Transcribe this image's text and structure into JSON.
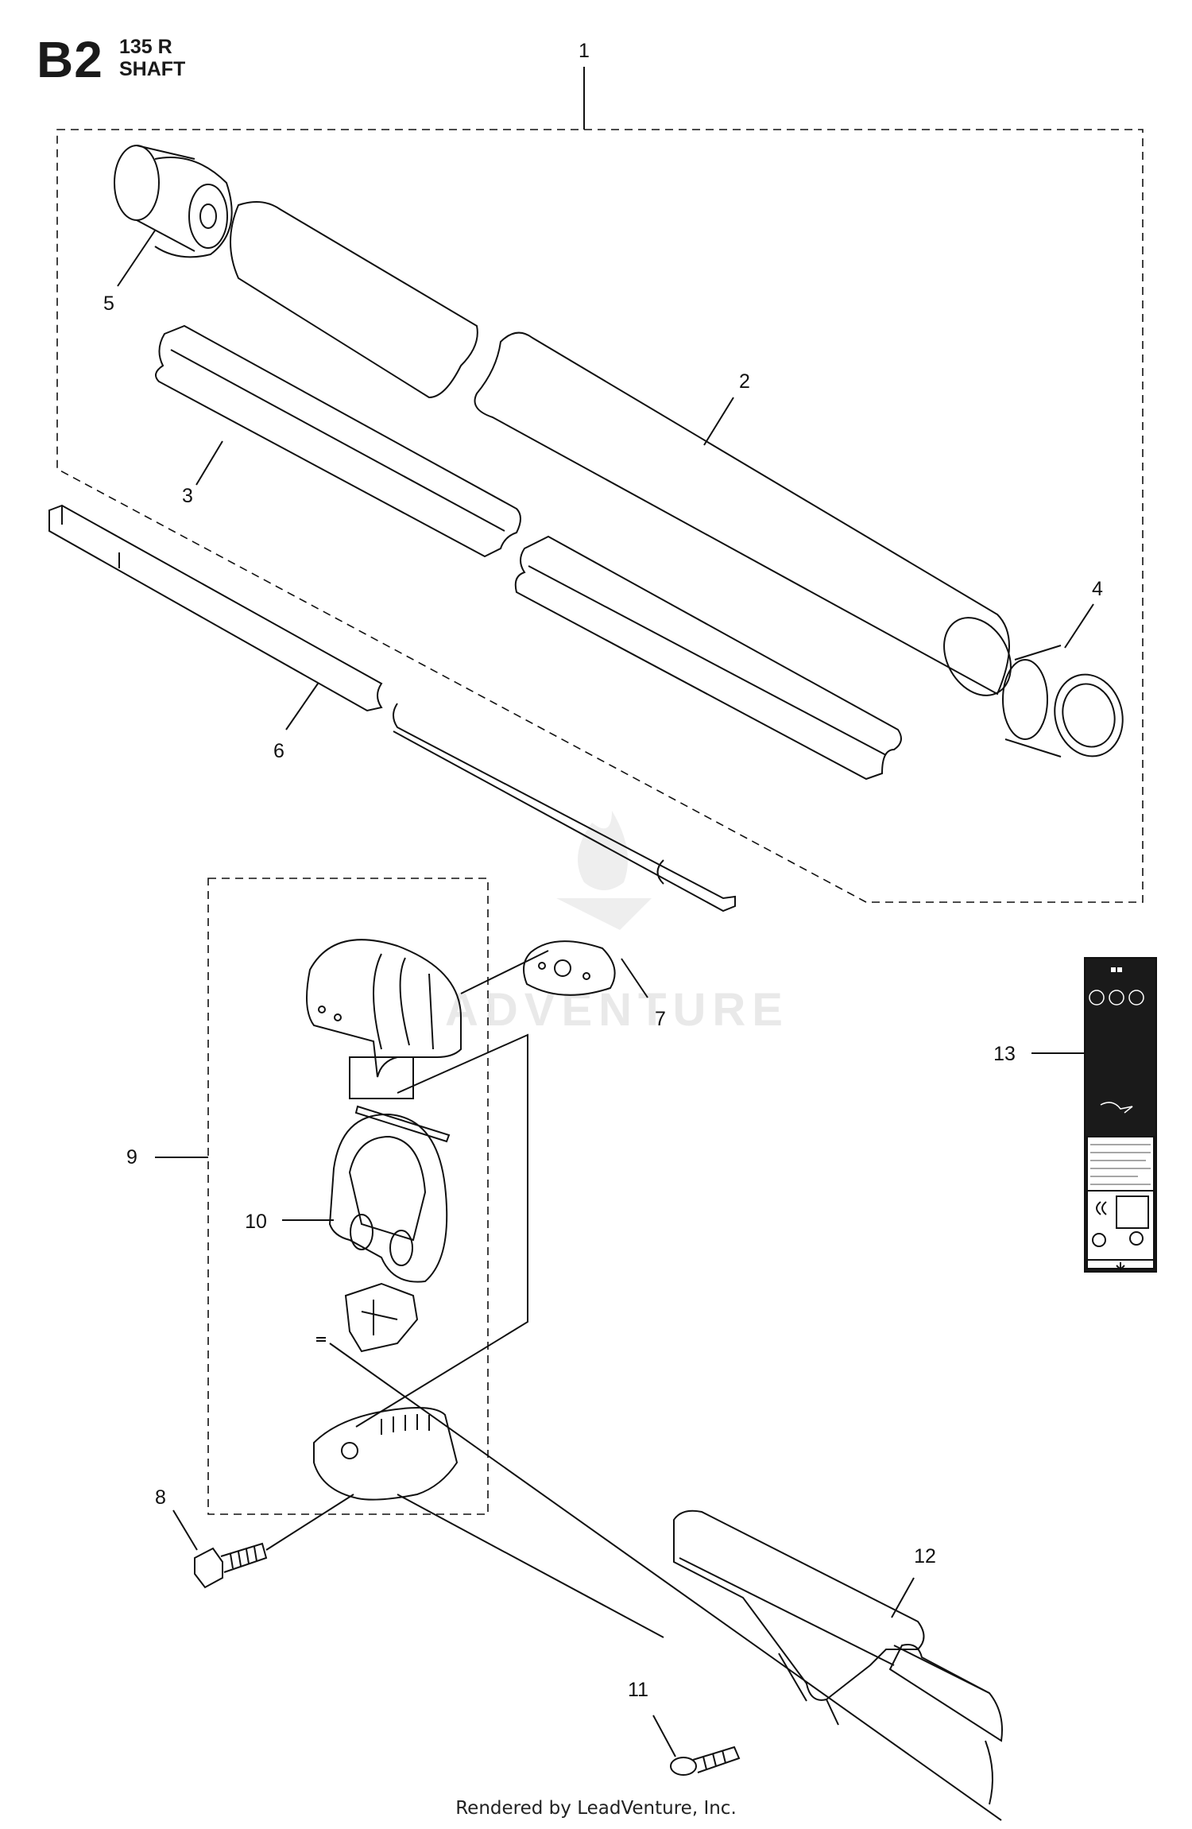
{
  "header": {
    "code": "B2",
    "model": "135 R",
    "section": "SHAFT"
  },
  "callouts": {
    "c1": "1",
    "c2": "2",
    "c3": "3",
    "c4": "4",
    "c5": "5",
    "c6": "6",
    "c7": "7",
    "c8": "8",
    "c9": "9",
    "c10": "10",
    "c11": "11",
    "c12": "12",
    "c13": "13"
  },
  "watermark": "ADVENTURE",
  "footer": "Rendered by LeadVenture, Inc.",
  "colors": {
    "line": "#111111",
    "label_bg": "#1a1a1a",
    "watermark": "#e9e9e9"
  }
}
